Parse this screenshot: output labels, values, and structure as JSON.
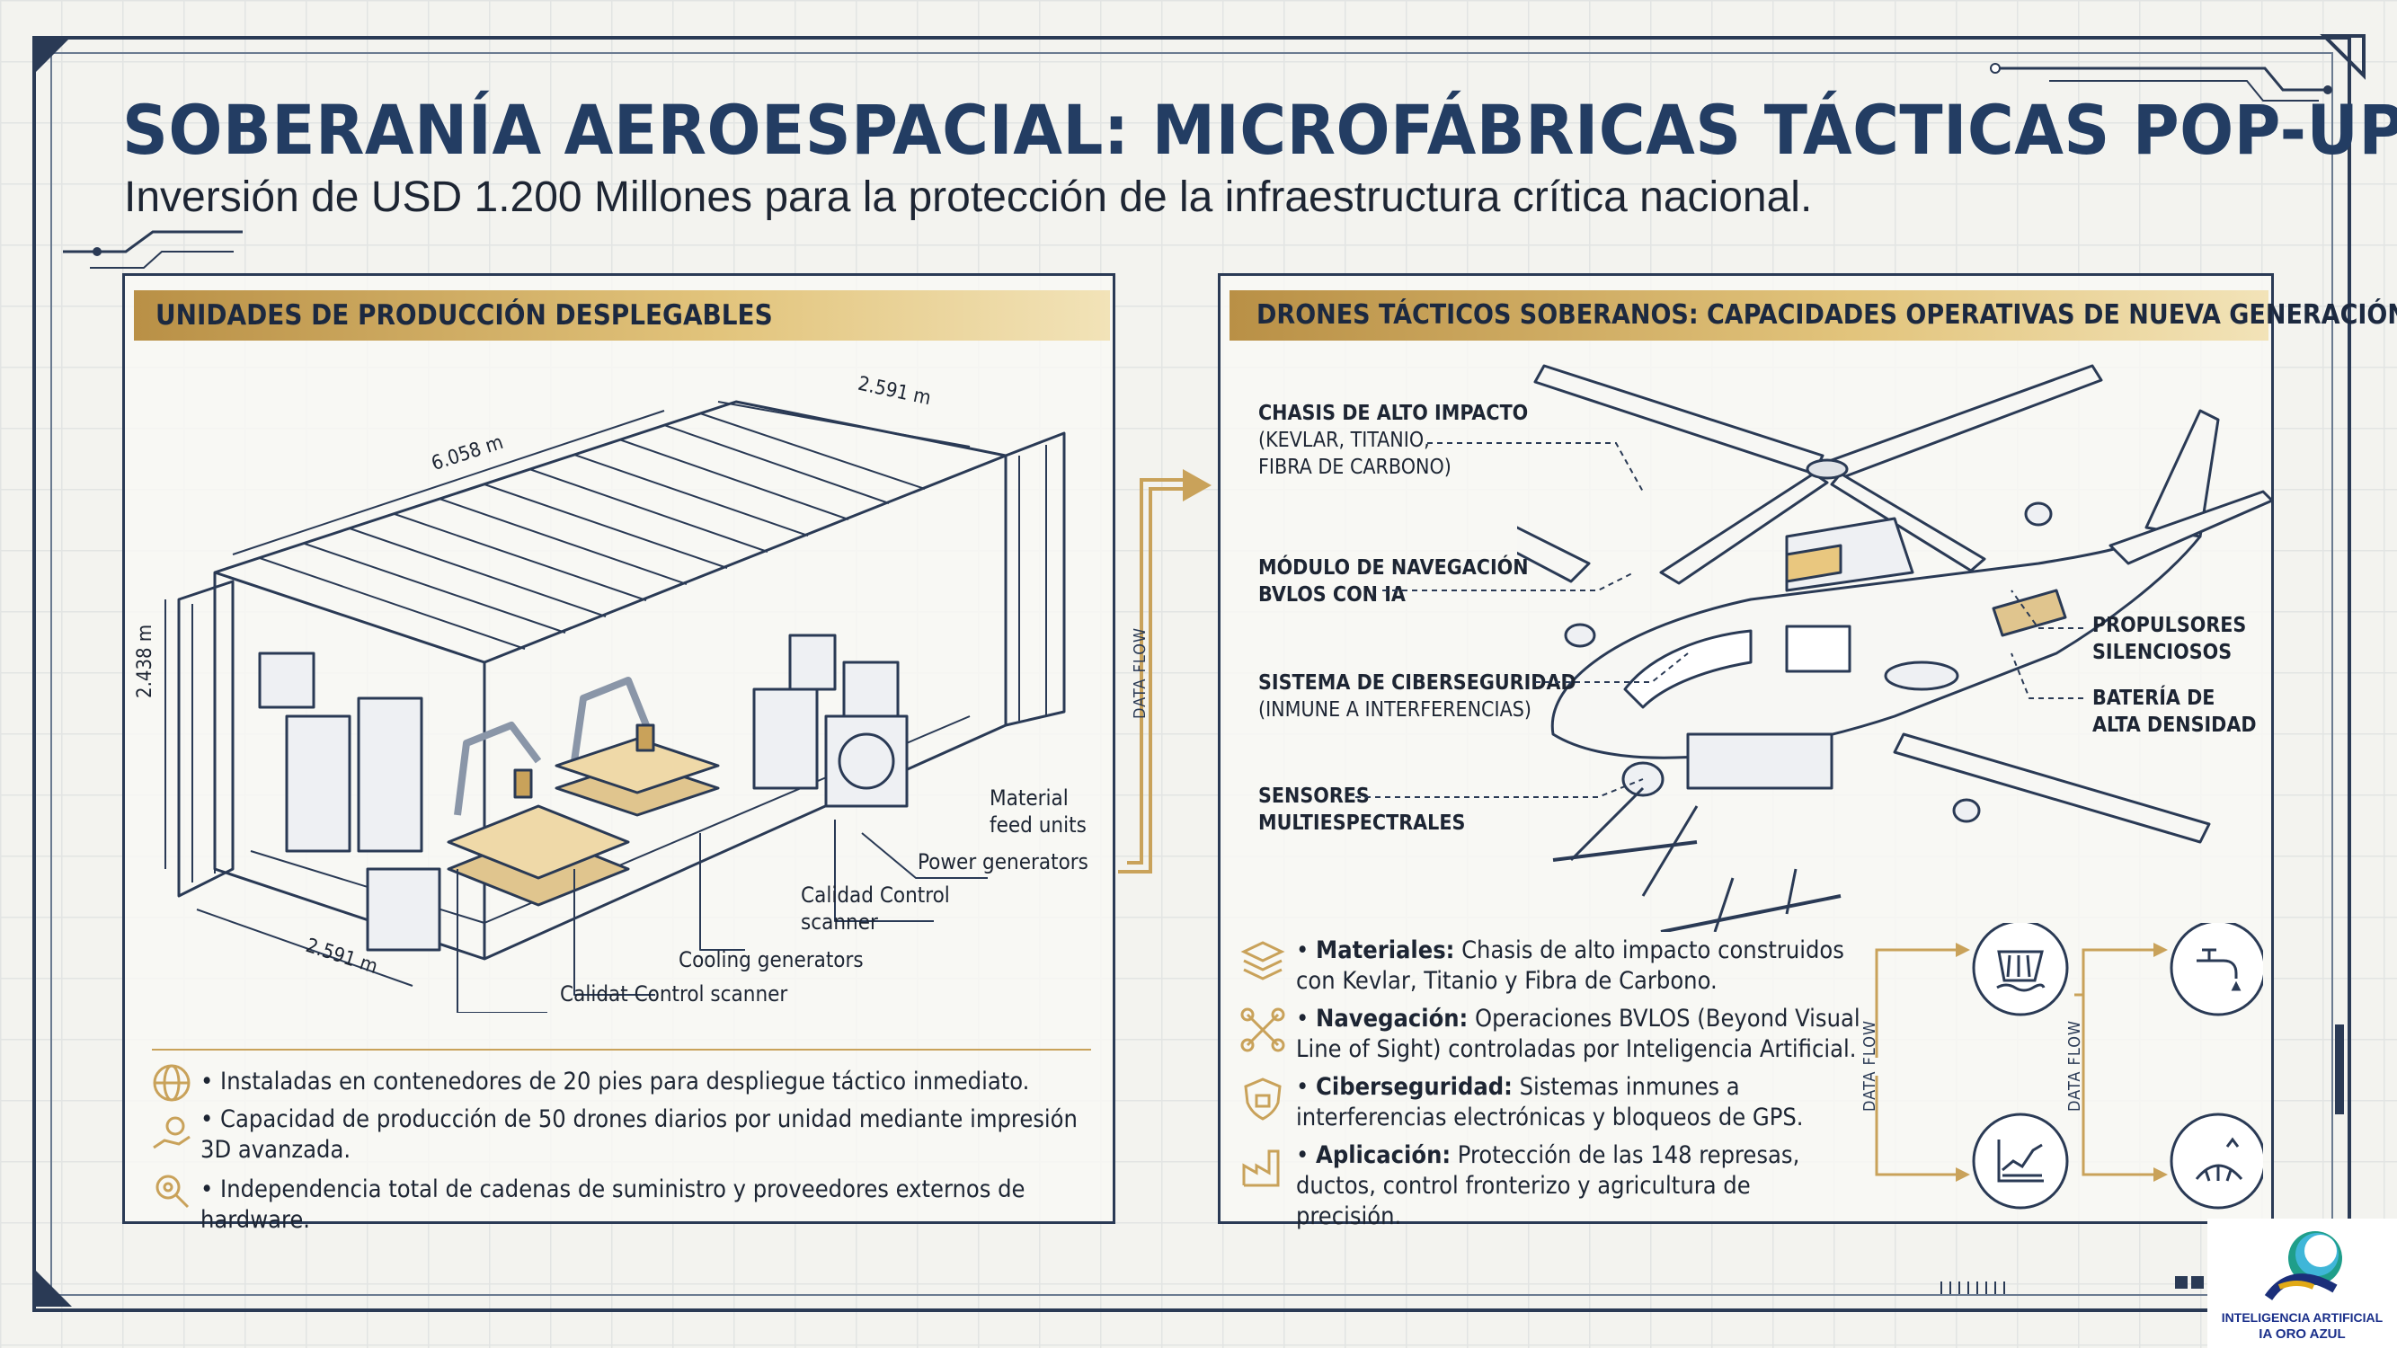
{
  "title": "SOBERANÍA AEROESPACIAL: MICROFÁBRICAS TÁCTICAS POP-UP",
  "subtitle": "Inversión de USD 1.200 Millones para la protección de la infraestructura crítica nacional.",
  "left_panel": {
    "header": "UNIDADES DE PRODUCCIÓN DESPLEGABLES",
    "dimensions": {
      "length": "6.058 m",
      "width_top": "2.591 m",
      "height": "2.438 m",
      "width_bottom": "2.591 m"
    },
    "callouts": {
      "material_feed": "Material\nfeed units",
      "power": "Power generators",
      "quality_control": "Calidad Control\nscanner",
      "cooling": "Cooling generators",
      "calidat": "Calidat Control scanner"
    },
    "bullets": [
      {
        "icon": "globe-icon",
        "text": "Instaladas en contenedores de 20 pies para despliegue táctico inmediato."
      },
      {
        "icon": "hand-gear-icon",
        "text": "Capacidad de producción de 50 drones diarios por unidad mediante impresión 3D avanzada."
      },
      {
        "icon": "gear-search-icon",
        "text": "Independencia total de cadenas de suministro y proveedores externos de hardware."
      }
    ]
  },
  "data_flow_label": "DATA FLOW",
  "right_panel": {
    "header": "DRONES TÁCTICOS SOBERANOS: CAPACIDADES OPERATIVAS DE NUEVA GENERACIÓN",
    "callouts": {
      "chassis_title": "CHASIS DE ALTO IMPACTO",
      "chassis_detail": "(KEVLAR, TITANIO,\nFIBRA DE CARBONO)",
      "nav_title": "MÓDULO DE NAVEGACIÓN\nBVLOS CON IA",
      "cyber_title": "SISTEMA DE CIBERSEGURIDAD",
      "cyber_detail": "(INMUNE A INTERFERENCIAS)",
      "sensors_title": "SENSORES\nMULTIESPECTRALES",
      "propulsors": "PROPULSORES\nSILENCIOSOS",
      "battery": "BATERÍA DE\nALTA DENSIDAD"
    },
    "features": [
      {
        "icon": "layers-icon",
        "label": "Materiales:",
        "text": "Chasis de alto impacto construidos con Kevlar, Titanio y Fibra de Carbono."
      },
      {
        "icon": "drone-icon",
        "label": "Navegación:",
        "text": "Operaciones BVLOS (Beyond Visual Line of Sight) controladas por Inteligencia Artificial."
      },
      {
        "icon": "shield-icon",
        "label": "Ciberseguridad:",
        "text": "Sistemas inmunes a interferencias electrónicas y bloqueos de GPS."
      },
      {
        "icon": "factory-icon",
        "label": "Aplicación:",
        "text": "Protección de las 148 represas, ductos, control fronterizo y agricultura de precisión."
      }
    ],
    "flow_labels": [
      "DATA FLOW",
      "DATA FLOW"
    ],
    "flow_icons": [
      "dam-icon",
      "chart-icon",
      "faucet-icon",
      "farm-icon"
    ]
  },
  "logo": {
    "line1": "INTELIGENCIA ARTIFICIAL",
    "line2": "IA ORO AZUL"
  },
  "colors": {
    "navy": "#233d63",
    "gold": "#c9a25a",
    "background": "#f3f3ef"
  }
}
